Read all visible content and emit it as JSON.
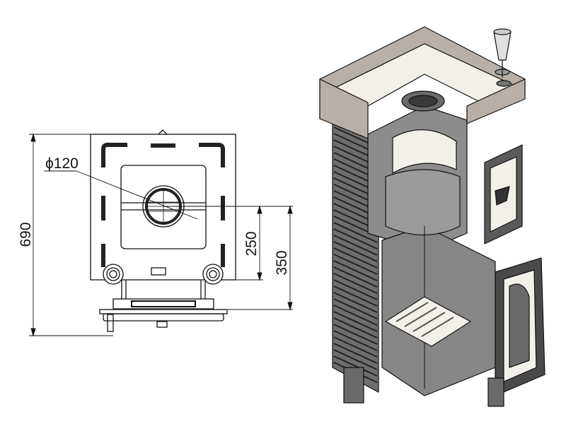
{
  "drawing": {
    "dimensions": {
      "total_height": "690",
      "flue_diameter": "ϕ120",
      "flue_height_a": "250",
      "flue_height_b": "350"
    }
  },
  "colors": {
    "line": "#111111",
    "cast_iron": "#7a7a7a",
    "cast_iron_dark": "#4a4a4a",
    "cladding": "#b8b0a8",
    "interior": "#8c8c8c",
    "insulation": "#f2f0e8"
  }
}
